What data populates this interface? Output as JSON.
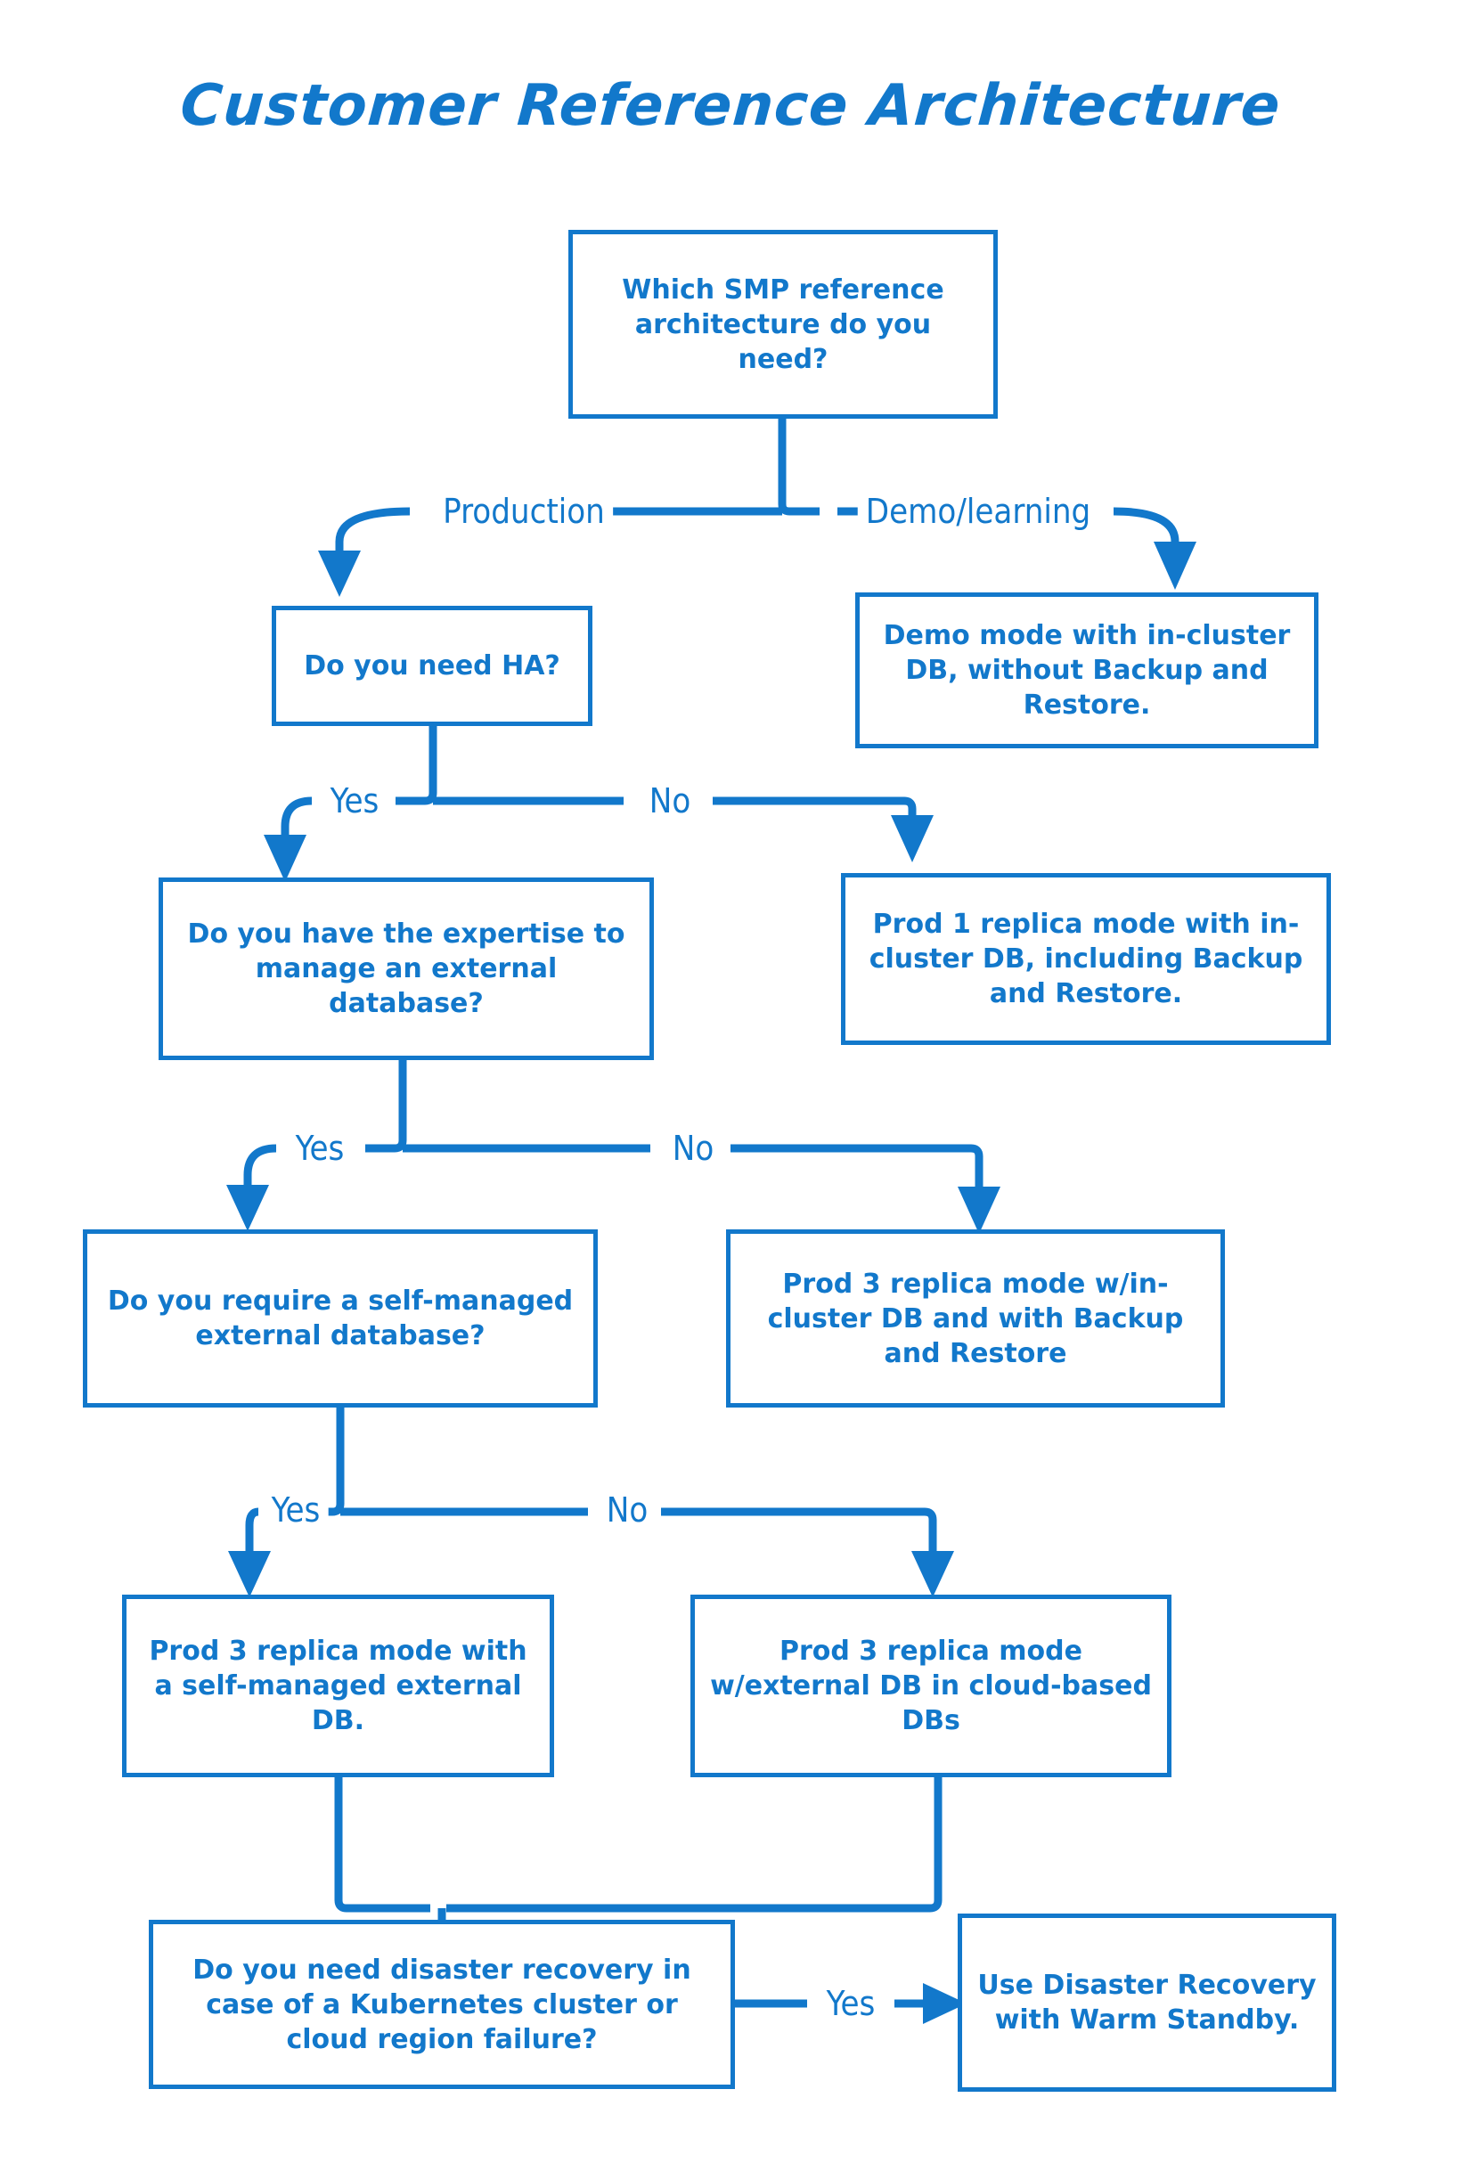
{
  "page": {
    "title": "Customer Reference Architecture",
    "accent_color": "#1278cb",
    "background_color": "#ffffff"
  },
  "chart_data": {
    "type": "diagram",
    "diagram_kind": "decision-flowchart",
    "title": "Customer Reference Architecture",
    "nodes": [
      {
        "id": "q_which",
        "kind": "question",
        "text": "Which SMP reference architecture do you need?"
      },
      {
        "id": "q_ha",
        "kind": "question",
        "text": "Do you need HA?"
      },
      {
        "id": "r_demo",
        "kind": "result",
        "text": "Demo mode with in-cluster DB, without Backup and Restore."
      },
      {
        "id": "q_expertise",
        "kind": "question",
        "text": "Do you have the expertise to manage an external database?"
      },
      {
        "id": "r_prod1",
        "kind": "result",
        "text": "Prod 1 replica mode with in-cluster DB, including Backup and Restore."
      },
      {
        "id": "q_selfmanaged",
        "kind": "question",
        "text": "Do you require a self-managed external database?"
      },
      {
        "id": "r_prod3_in",
        "kind": "result",
        "text": "Prod 3 replica mode w/in-cluster DB and with Backup and Restore"
      },
      {
        "id": "r_prod3_self",
        "kind": "result",
        "text": "Prod 3 replica mode with a self-managed external DB."
      },
      {
        "id": "r_prod3_cloud",
        "kind": "result",
        "text": "Prod 3 replica mode w/external DB in cloud-based DBs"
      },
      {
        "id": "q_dr",
        "kind": "question",
        "text": "Do you need disaster recovery in case of a Kubernetes cluster or cloud region failure?"
      },
      {
        "id": "r_warm",
        "kind": "result",
        "text": "Use Disaster Recovery with Warm Standby."
      }
    ],
    "edges": [
      {
        "from": "q_which",
        "to": "q_ha",
        "label": "Production"
      },
      {
        "from": "q_which",
        "to": "r_demo",
        "label": "Demo/learning"
      },
      {
        "from": "q_ha",
        "to": "q_expertise",
        "label": "Yes"
      },
      {
        "from": "q_ha",
        "to": "r_prod1",
        "label": "No"
      },
      {
        "from": "q_expertise",
        "to": "q_selfmanaged",
        "label": "Yes"
      },
      {
        "from": "q_expertise",
        "to": "r_prod3_in",
        "label": "No"
      },
      {
        "from": "q_selfmanaged",
        "to": "r_prod3_self",
        "label": "Yes"
      },
      {
        "from": "q_selfmanaged",
        "to": "r_prod3_cloud",
        "label": "No"
      },
      {
        "from": "r_prod3_self",
        "to": "q_dr",
        "label": ""
      },
      {
        "from": "r_prod3_cloud",
        "to": "q_dr",
        "label": ""
      },
      {
        "from": "q_dr",
        "to": "r_warm",
        "label": "Yes"
      }
    ]
  },
  "labels": {
    "production": "Production",
    "demo_learning": "Demo/learning",
    "yes1": "Yes",
    "no1": "No",
    "yes2": "Yes",
    "no2": "No",
    "yes3": "Yes",
    "no3": "No",
    "yes4": "Yes"
  }
}
